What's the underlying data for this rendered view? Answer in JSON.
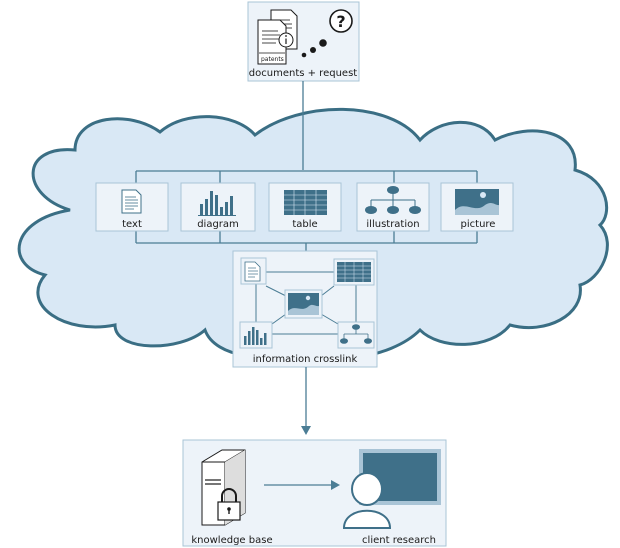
{
  "top_box": {
    "label": "documents + request",
    "doc_label": "patents",
    "question_mark": "?"
  },
  "categories": [
    {
      "label": "text",
      "icon": "text-document-icon"
    },
    {
      "label": "diagram",
      "icon": "bar-chart-icon"
    },
    {
      "label": "table",
      "icon": "table-icon"
    },
    {
      "label": "illustration",
      "icon": "org-chart-icon"
    },
    {
      "label": "picture",
      "icon": "landscape-picture-icon"
    }
  ],
  "crosslink": {
    "label": "information crosslink"
  },
  "bottom": {
    "left_label": "knowledge base",
    "right_label": "client research"
  },
  "colors": {
    "cloud_fill": "#d9e8f5",
    "cloud_stroke": "#3a6e84",
    "box_fill": "#edf3f9",
    "box_stroke": "#a9c4d6",
    "icon_blue": "#3f7089",
    "line": "#4b7d95"
  }
}
